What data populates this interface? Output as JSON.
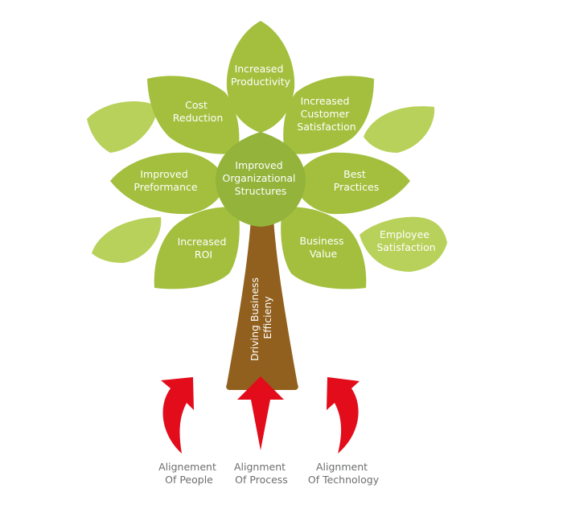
{
  "diagram": {
    "title": "Driving Business Efficiency Tree",
    "colors": {
      "leaf_main": "#a3bf3d",
      "leaf_light": "#b8d15a",
      "leaf_center": "#93b33a",
      "trunk": "#91601e",
      "arrow": "#e20c1b",
      "caption": "#6d6e70",
      "leaf_text": "#ffffff"
    },
    "center": {
      "lines": [
        "Improved",
        "Organizational",
        "Structures"
      ]
    },
    "trunk": {
      "lines": [
        "Driving Business",
        "Efficieny"
      ]
    },
    "leaves": [
      {
        "id": "increased-productivity",
        "lines": [
          "Increased",
          "Productivity"
        ]
      },
      {
        "id": "cost-reduction",
        "lines": [
          "Cost",
          "Reduction"
        ]
      },
      {
        "id": "increased-customer-satisfaction",
        "lines": [
          "Increased",
          "Customer",
          "Satisfaction"
        ]
      },
      {
        "id": "improved-performance",
        "lines": [
          "Improved",
          "Preformance"
        ]
      },
      {
        "id": "best-practices",
        "lines": [
          "Best",
          "Practices"
        ]
      },
      {
        "id": "increased-roi",
        "lines": [
          "Increased",
          "ROI"
        ]
      },
      {
        "id": "business-value",
        "lines": [
          "Business",
          "Value"
        ]
      },
      {
        "id": "employee-satisfaction",
        "lines": [
          "Employee",
          "Satisfaction"
        ]
      }
    ],
    "inputs": [
      {
        "id": "people",
        "icon": "curved-arrow-up-right-icon",
        "lines": [
          "Alignement",
          "Of People"
        ]
      },
      {
        "id": "process",
        "icon": "arrow-up-icon",
        "lines": [
          "Alignment",
          "Of Process"
        ]
      },
      {
        "id": "technology",
        "icon": "curved-arrow-up-left-icon",
        "lines": [
          "Alignment",
          "Of Technology"
        ]
      }
    ]
  }
}
